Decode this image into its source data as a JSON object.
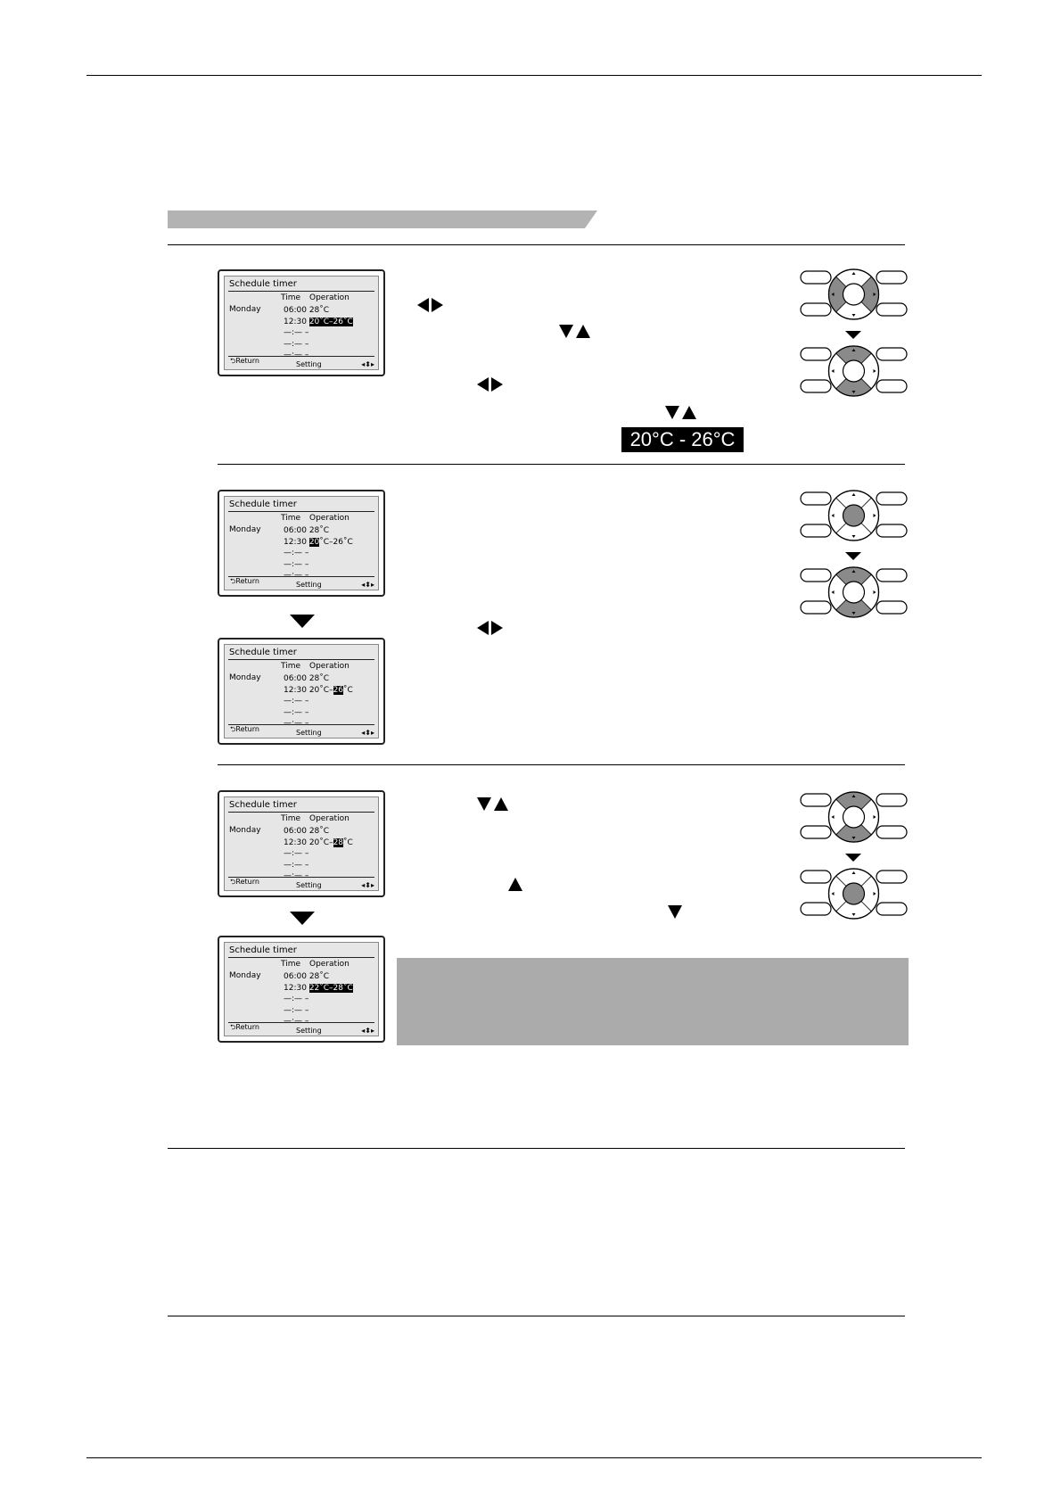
{
  "colors": {
    "header_bar": "#b3b3b3",
    "dpad_pressed": "#8a8a8a",
    "note_box": "#ababab"
  },
  "screens": [
    {
      "title": "Schedule timer",
      "col_time": "Time",
      "col_operation": "Operation",
      "day": "Monday",
      "rows": [
        {
          "time": "06:00",
          "op": [
            {
              "t": "28˚C",
              "hl": false
            }
          ]
        },
        {
          "time": "12:30",
          "op": [
            {
              "t": "20˚C–26˚C",
              "hl": true
            }
          ]
        },
        {
          "time": "—:— –",
          "op": []
        },
        {
          "time": "—:— –",
          "op": []
        },
        {
          "time": "—:— –",
          "op": []
        }
      ],
      "foot_return": "Return",
      "foot_setting": "Setting"
    },
    {
      "title": "Schedule timer",
      "col_time": "Time",
      "col_operation": "Operation",
      "day": "Monday",
      "rows": [
        {
          "time": "06:00",
          "op": [
            {
              "t": "28˚C",
              "hl": false
            }
          ]
        },
        {
          "time": "12:30",
          "op": [
            {
              "t": "20",
              "hl": true
            },
            {
              "t": "˚C–26˚C",
              "hl": false
            }
          ]
        },
        {
          "time": "—:— –",
          "op": []
        },
        {
          "time": "—:— –",
          "op": []
        },
        {
          "time": "—:— –",
          "op": []
        }
      ],
      "foot_return": "Return",
      "foot_setting": "Setting"
    },
    {
      "title": "Schedule timer",
      "col_time": "Time",
      "col_operation": "Operation",
      "day": "Monday",
      "rows": [
        {
          "time": "06:00",
          "op": [
            {
              "t": "28˚C",
              "hl": false
            }
          ]
        },
        {
          "time": "12:30",
          "op": [
            {
              "t": "20˚C–",
              "hl": false
            },
            {
              "t": "26",
              "hl": true
            },
            {
              "t": "˚C",
              "hl": false
            }
          ]
        },
        {
          "time": "—:— –",
          "op": []
        },
        {
          "time": "—:— –",
          "op": []
        },
        {
          "time": "—:— –",
          "op": []
        }
      ],
      "foot_return": "Return",
      "foot_setting": "Setting"
    },
    {
      "title": "Schedule timer",
      "col_time": "Time",
      "col_operation": "Operation",
      "day": "Monday",
      "rows": [
        {
          "time": "06:00",
          "op": [
            {
              "t": "28˚C",
              "hl": false
            }
          ]
        },
        {
          "time": "12:30",
          "op": [
            {
              "t": "20˚C–",
              "hl": false
            },
            {
              "t": "28",
              "hl": true
            },
            {
              "t": "˚C",
              "hl": false
            }
          ]
        },
        {
          "time": "—:— –",
          "op": []
        },
        {
          "time": "—:— –",
          "op": []
        },
        {
          "time": "—:— –",
          "op": []
        }
      ],
      "foot_return": "Return",
      "foot_setting": "Setting"
    },
    {
      "title": "Schedule timer",
      "col_time": "Time",
      "col_operation": "Operation",
      "day": "Monday",
      "rows": [
        {
          "time": "06:00",
          "op": [
            {
              "t": "28˚C",
              "hl": false
            }
          ]
        },
        {
          "time": "12:30",
          "op": [
            {
              "t": "22˚C–28˚C",
              "hl": true
            }
          ]
        },
        {
          "time": "—:— –",
          "op": []
        },
        {
          "time": "—:— –",
          "op": []
        },
        {
          "time": "—:— –",
          "op": []
        }
      ],
      "foot_return": "Return",
      "foot_setting": "Setting"
    }
  ],
  "temp_range_display": "20°C - 26°C",
  "dpads": [
    {
      "pressed": "left-right"
    },
    {
      "pressed": "up-down"
    },
    {
      "pressed": "center"
    },
    {
      "pressed": "up-down"
    },
    {
      "pressed": "up-down"
    },
    {
      "pressed": "center"
    }
  ]
}
